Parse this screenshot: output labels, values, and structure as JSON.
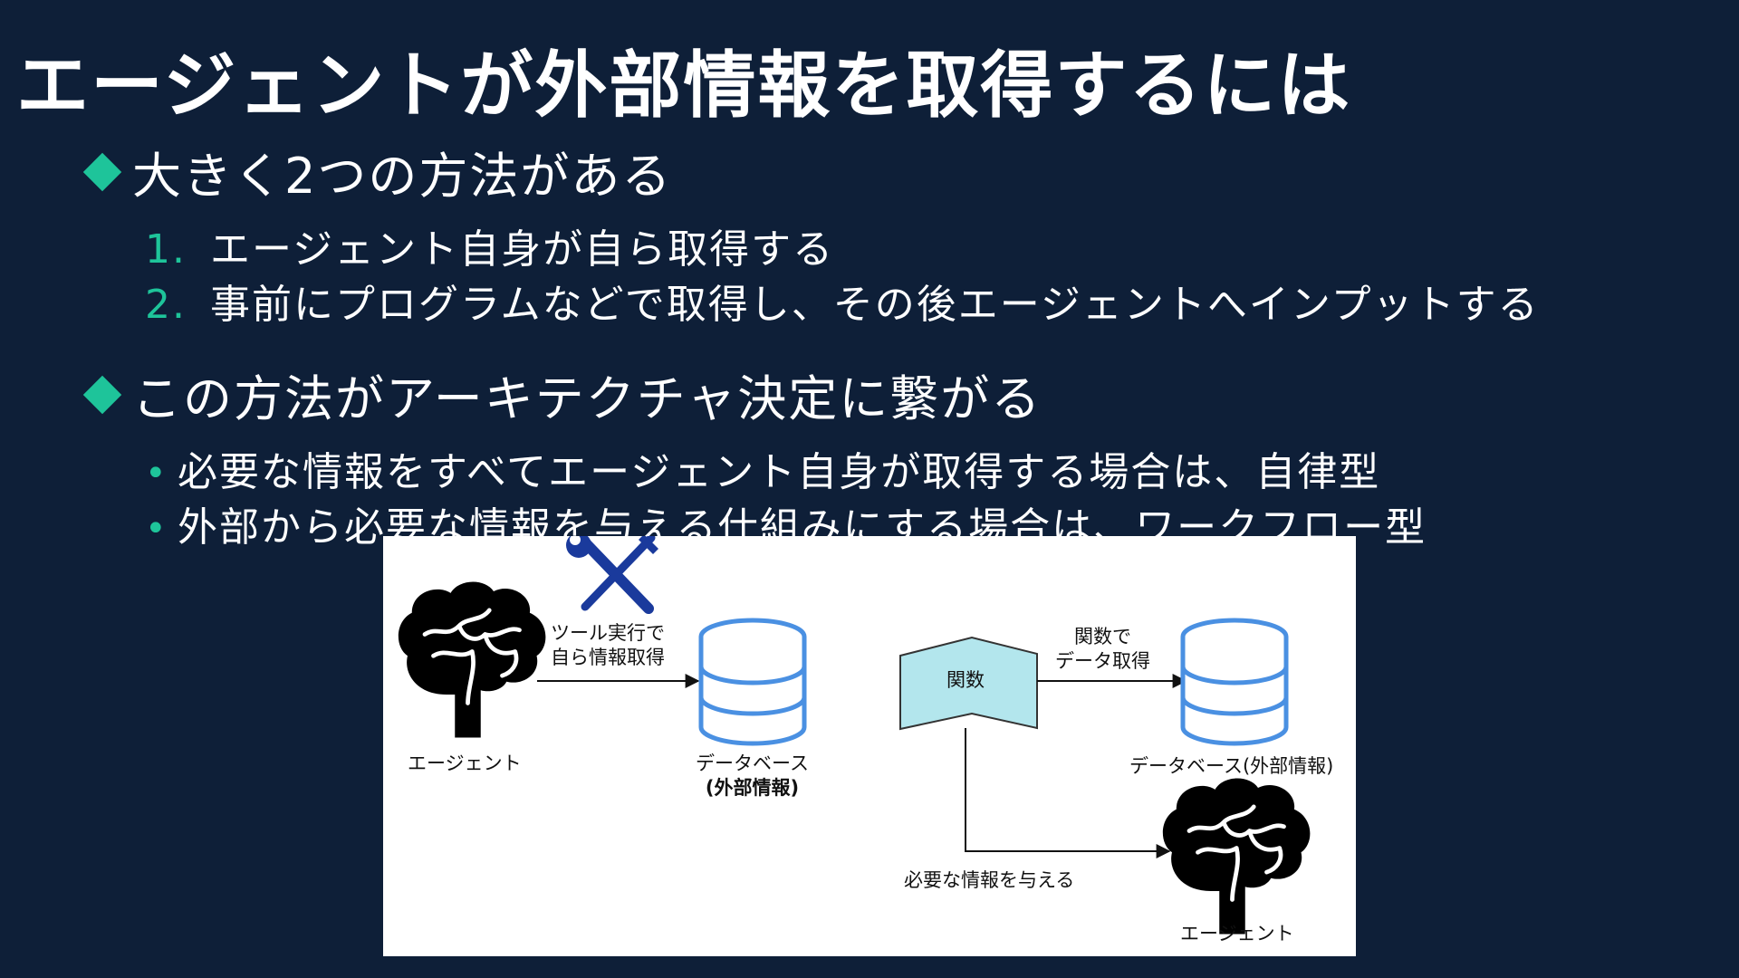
{
  "title": "エージェントが外部情報を取得するには",
  "section1": {
    "heading": "大きく2つの方法がある",
    "items": [
      {
        "marker": "1.",
        "text": "エージェント自身が自ら取得する"
      },
      {
        "marker": "2.",
        "text": "事前にプログラムなどで取得し、その後エージェントへインプットする"
      }
    ]
  },
  "section2": {
    "heading": "この方法がアーキテクチャ決定に繋がる",
    "items": [
      {
        "marker": "•",
        "text": "必要な情報をすべてエージェント自身が取得する場合は、自律型"
      },
      {
        "marker": "•",
        "text": "外部から必要な情報を与える仕組みにする場合は、ワークフロー型"
      }
    ]
  },
  "diagram": {
    "left": {
      "agent_label": "エージェント",
      "tool_label_line1": "ツール実行で",
      "tool_label_line2": "自ら情報取得",
      "db_label_line1": "データベース",
      "db_label_line2": "(外部情報)"
    },
    "right": {
      "function_label": "関数",
      "fetch_label_line1": "関数で",
      "fetch_label_line2": "データ取得",
      "db_label": "データベース(外部情報)",
      "give_label": "必要な情報を与える",
      "agent_label": "エージェント"
    },
    "colors": {
      "accent": "#1ec49a",
      "db_stroke": "#4a90e2",
      "function_fill": "#b3e6ed",
      "tool_icon": "#1a3a9c"
    }
  }
}
